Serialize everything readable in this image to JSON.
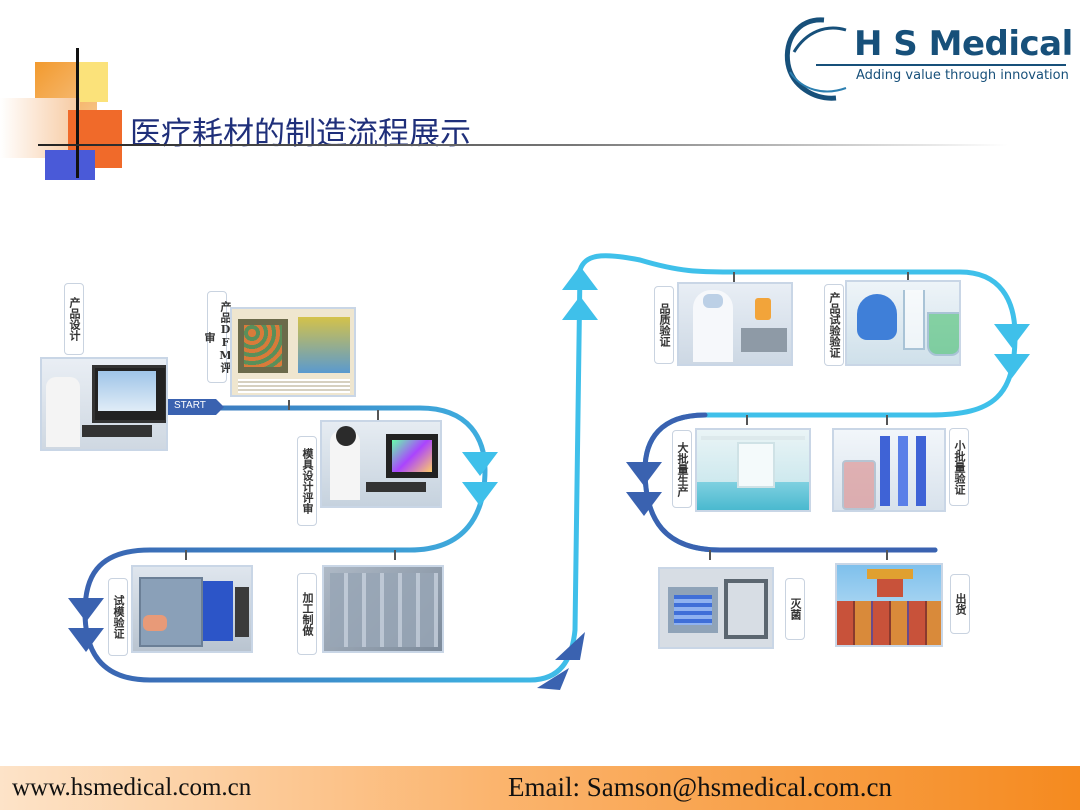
{
  "header": {
    "title": "医疗耗材的制造流程展示",
    "logo_name": "H S Medical",
    "logo_tagline": "Adding value through innovation"
  },
  "flow": {
    "start_label": "START",
    "steps": [
      "产品设计",
      "产品DFM评审",
      "模具设计评审",
      "加工制做",
      "试模验证",
      "品质验证",
      "产品试验验证",
      "小批量验证",
      "大批量生产",
      "灭菌",
      "出货"
    ]
  },
  "footer": {
    "website": "www.hsmedical.com.cn",
    "email": "Email: Samson@hsmedical.com.cn"
  },
  "colors": {
    "title": "#1f2f7a",
    "flow_dark": "#3a62b0",
    "flow_light": "#3fc0ea",
    "logo": "#17507a",
    "footer_start": "#fde3c8",
    "footer_end": "#f58a1f"
  }
}
